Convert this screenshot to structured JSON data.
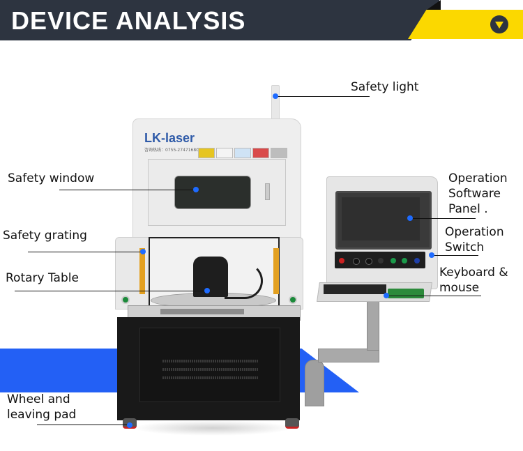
{
  "header": {
    "title": "DEVICE ANALYSIS",
    "icon": "chevron-down-circle-icon",
    "colors": {
      "dark": "#2d3440",
      "accent": "#fbd800"
    }
  },
  "product": {
    "brand": "LK-laser",
    "hotline": "咨询热线：0755-27471680"
  },
  "annotations": {
    "safety_light": "Safety light",
    "safety_window": "Safety window",
    "safety_grating": "Safety grating",
    "rotary_table": "Rotary Table",
    "wheel_pad": "Wheel and\nleaving pad",
    "software_panel": "Operation\nSoftware\nPanel .",
    "operation_switch": "Operation\nSwitch",
    "keyboard_mouse": "Keyboard &\nmouse"
  },
  "colors": {
    "marker": "#1e6bff",
    "backdrop": "#2360f5"
  }
}
